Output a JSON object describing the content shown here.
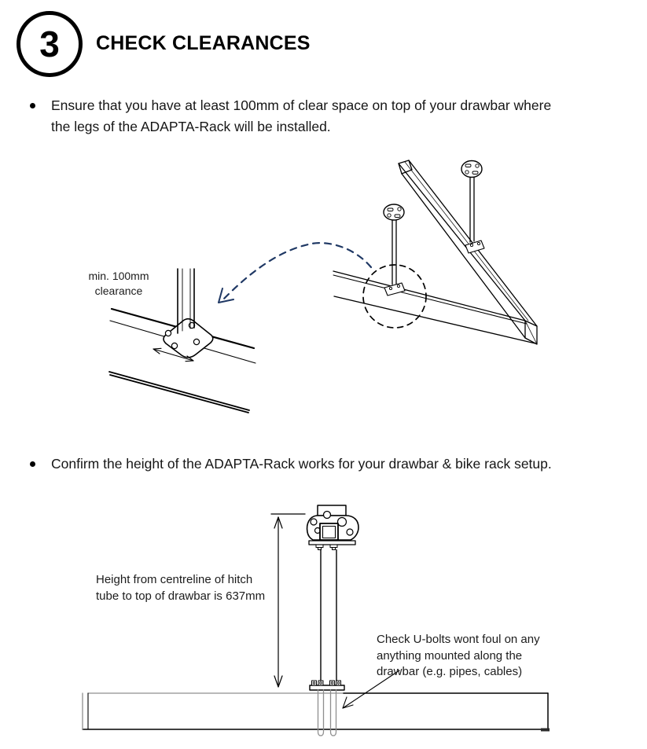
{
  "header": {
    "step_number": "3",
    "title": "CHECK CLEARANCES"
  },
  "bullets": [
    {
      "lines": [
        "Ensure that you have at least 100mm of clear space on top of your drawbar where",
        "the legs of the ADAPTA-Rack will be installed."
      ]
    },
    {
      "lines": [
        "Confirm the height of the ADAPTA-Rack works for your drawbar & bike rack setup."
      ]
    }
  ],
  "figure1": {
    "clearance_label": {
      "line1": "min. 100mm",
      "line2": "clearance"
    }
  },
  "figure2": {
    "height_label": {
      "line1": "Height from centreline of hitch",
      "line2": "tube to top of drawbar is 637mm"
    },
    "ubolt_label": {
      "line1": "Check U-bolts wont foul on any",
      "line2": "anything mounted along the",
      "line3": "drawbar (e.g. pipes, cables)"
    },
    "height_value_mm": "637"
  },
  "colors": {
    "ink": "#000000",
    "navy_dashed_arrow": "#1f3864",
    "grey_line": "#8f8f8f"
  }
}
